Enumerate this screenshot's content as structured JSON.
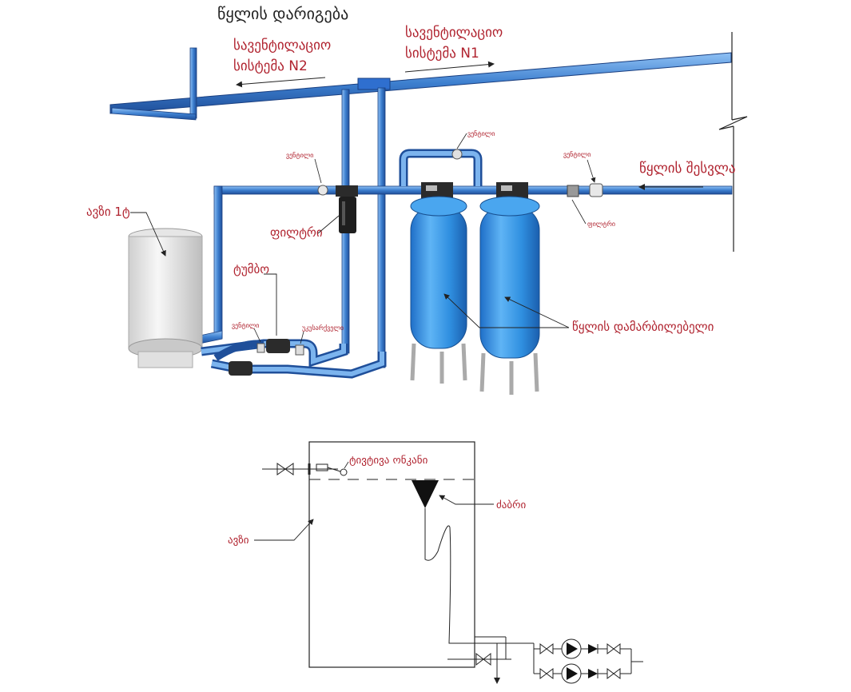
{
  "title": "წყლის დარიგება",
  "labels": {
    "ventilation_system_2_line1": "სავენტილაციო",
    "ventilation_system_2_line2": "სისტემა N2",
    "ventilation_system_1_line1": "სავენტილაციო",
    "ventilation_system_1_line2": "სისტემა N1",
    "water_inlet": "წყლის შესვლა",
    "tank": "ავზი 1ტ",
    "filter": "ფილტრი",
    "pump": "ტუმბო",
    "valve_top": "ვენტილი",
    "valve_left": "ვენტილი",
    "valve_right": "ვენტილი",
    "valve_pump": "ვენტილი",
    "check_valve": "უკუსარქველი",
    "strainer": "ფილტრი",
    "softeners": "წყლის დამარბილებელი",
    "float_valve": "ტივტივა ონკანი",
    "float": "ძაბრი",
    "schematic_tank": "ავზი"
  },
  "colors": {
    "pipe_blue": "#3d7fcf",
    "pipe_dark": "#1f4f9a",
    "softener_blue": "#2f8fe0",
    "label_red": "#b0232f"
  }
}
